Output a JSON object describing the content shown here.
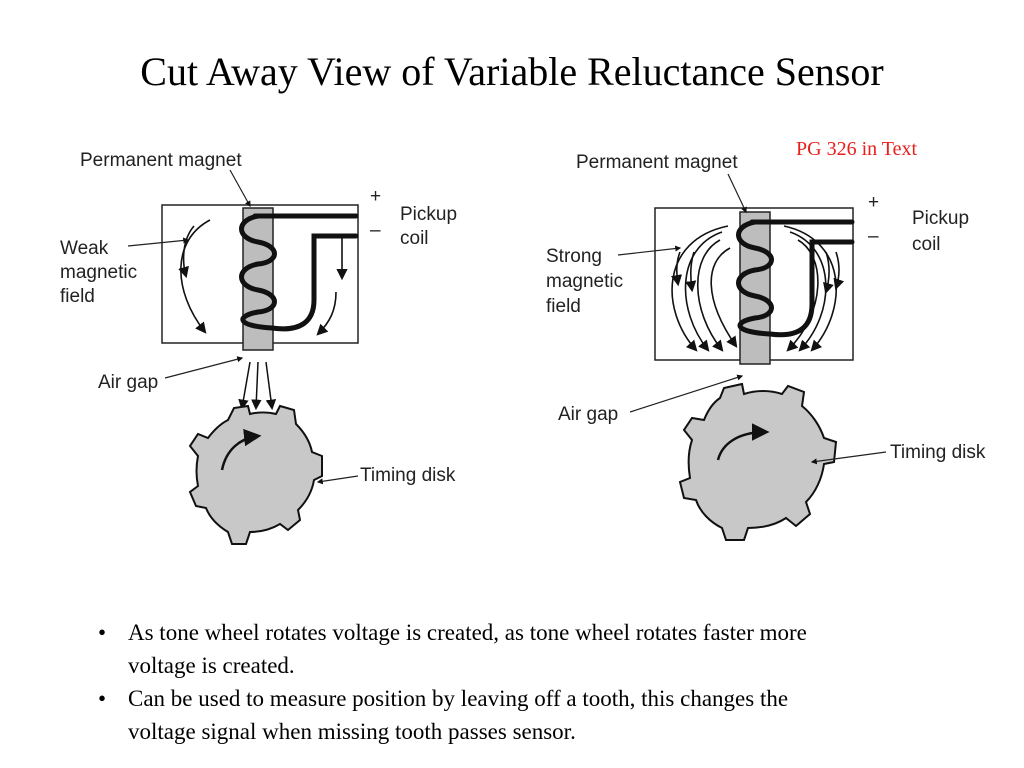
{
  "slide": {
    "title": "Cut Away View of Variable Reluctance Sensor",
    "page_ref": "PG 326 in Text"
  },
  "colors": {
    "page_ref": "#e8201c",
    "disk_fill": "#c8c8c8",
    "magnet_fill": "#bdbdbd"
  },
  "diagram_weak": {
    "label_magnet": "Permanent magnet",
    "label_field": [
      "Weak",
      "magnetic",
      "field"
    ],
    "label_plus": "+",
    "label_minus": "–",
    "label_coil": [
      "Pickup",
      "coil"
    ],
    "label_gap": "Air gap",
    "label_disk": "Timing disk"
  },
  "diagram_strong": {
    "label_magnet": "Permanent magnet",
    "label_field": [
      "Strong",
      "magnetic",
      "field"
    ],
    "label_plus": "+",
    "label_minus": "–",
    "label_coil": [
      "Pickup",
      "coil"
    ],
    "label_gap": "Air gap",
    "label_disk": "Timing disk"
  },
  "bullets": [
    "As tone wheel rotates voltage is created, as tone wheel rotates faster more voltage is created.",
    "Can be used to measure position by leaving off a tooth, this changes the voltage signal when missing tooth passes sensor."
  ]
}
